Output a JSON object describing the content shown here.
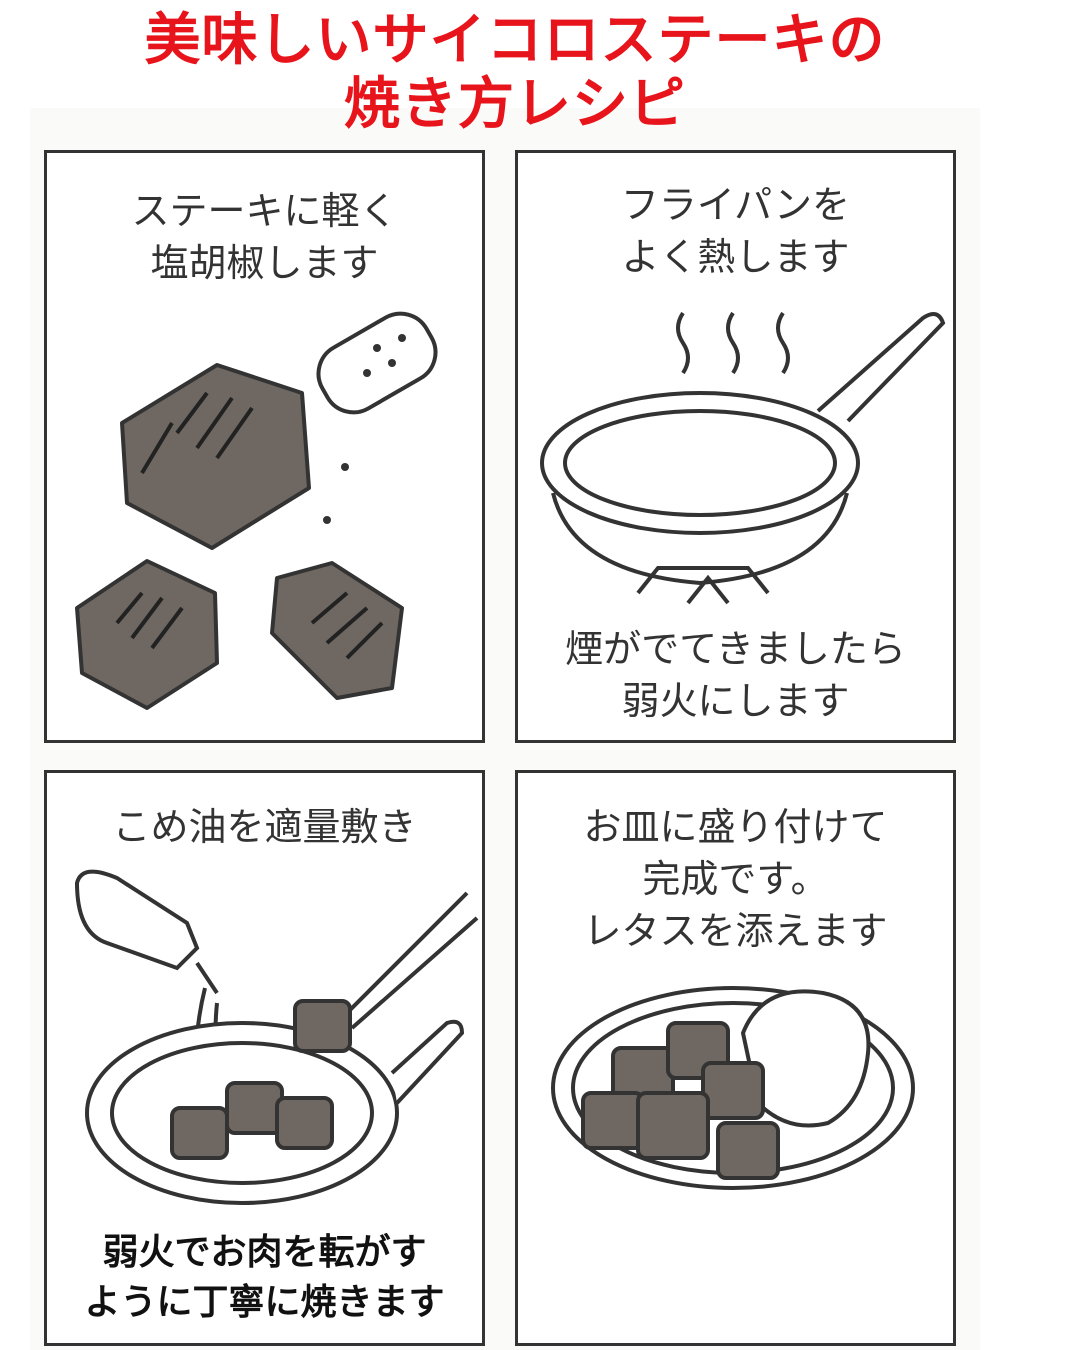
{
  "title": {
    "line1": "美味しいサイコロステーキの",
    "line2": "焼き方レシピ"
  },
  "colors": {
    "title": "#e8141b",
    "meat": "#6f6862",
    "outline": "#333333"
  },
  "steps": [
    {
      "caption": [
        "ステーキに軽く",
        "塩胡椒します"
      ]
    },
    {
      "caption": [
        "フライパンを",
        "よく熱します"
      ],
      "sub_caption": [
        "煙がでてきましたら",
        "弱火にします"
      ]
    },
    {
      "caption": [
        "こめ油を適量敷き"
      ],
      "sub_caption": [
        "弱火でお肉を転がす",
        "ように丁寧に焼きます"
      ]
    },
    {
      "caption": [
        "お皿に盛り付けて",
        "完成です。",
        "レタスを添えます"
      ]
    }
  ]
}
